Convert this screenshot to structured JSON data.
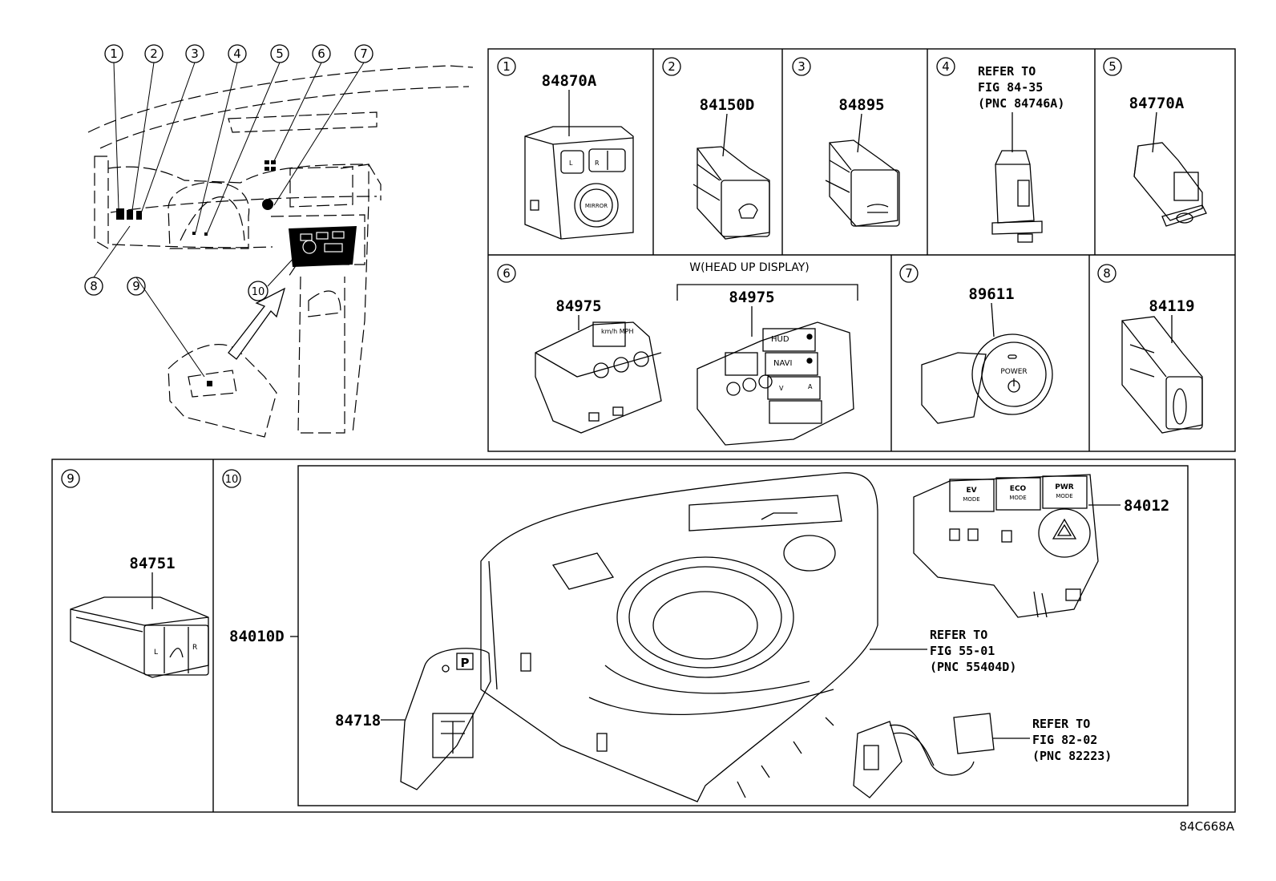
{
  "overview": {
    "callouts": [
      "1",
      "2",
      "3",
      "4",
      "5",
      "6",
      "7",
      "8",
      "9",
      "10"
    ]
  },
  "panels": [
    {
      "id": "1",
      "part": "84870A",
      "labels": [
        "L",
        "R",
        "MIRROR"
      ]
    },
    {
      "id": "2",
      "part": "84150D"
    },
    {
      "id": "3",
      "part": "84895"
    },
    {
      "id": "4",
      "refer": [
        "REFER TO",
        "FIG 84-35",
        "(PNC 84746A)"
      ]
    },
    {
      "id": "5",
      "part": "84770A"
    },
    {
      "id": "6",
      "title": "W(HEAD UP DISPLAY)",
      "parts": [
        "84975",
        "84975"
      ],
      "labels": [
        "HUD",
        "NAVI",
        "V",
        "A",
        "km/h MPH"
      ]
    },
    {
      "id": "7",
      "part": "89611",
      "labels": [
        "POWER"
      ]
    },
    {
      "id": "8",
      "part": "84119"
    },
    {
      "id": "9",
      "part": "84751",
      "labels": [
        "L",
        "R"
      ]
    },
    {
      "id": "10",
      "parts": {
        "bezel": "84010D",
        "power_switch": "84012",
        "park_switch": "84718"
      },
      "mode_buttons": [
        "EV",
        "MODE",
        "ECO",
        "MODE",
        "PWR",
        "MODE"
      ],
      "park_label": "P",
      "refer_a": [
        "REFER TO",
        "FIG 55-01",
        "(PNC 55404D)"
      ],
      "refer_b": [
        "REFER TO",
        "FIG 82-02",
        "(PNC 82223)"
      ]
    }
  ],
  "drawing_code": "84C668A"
}
